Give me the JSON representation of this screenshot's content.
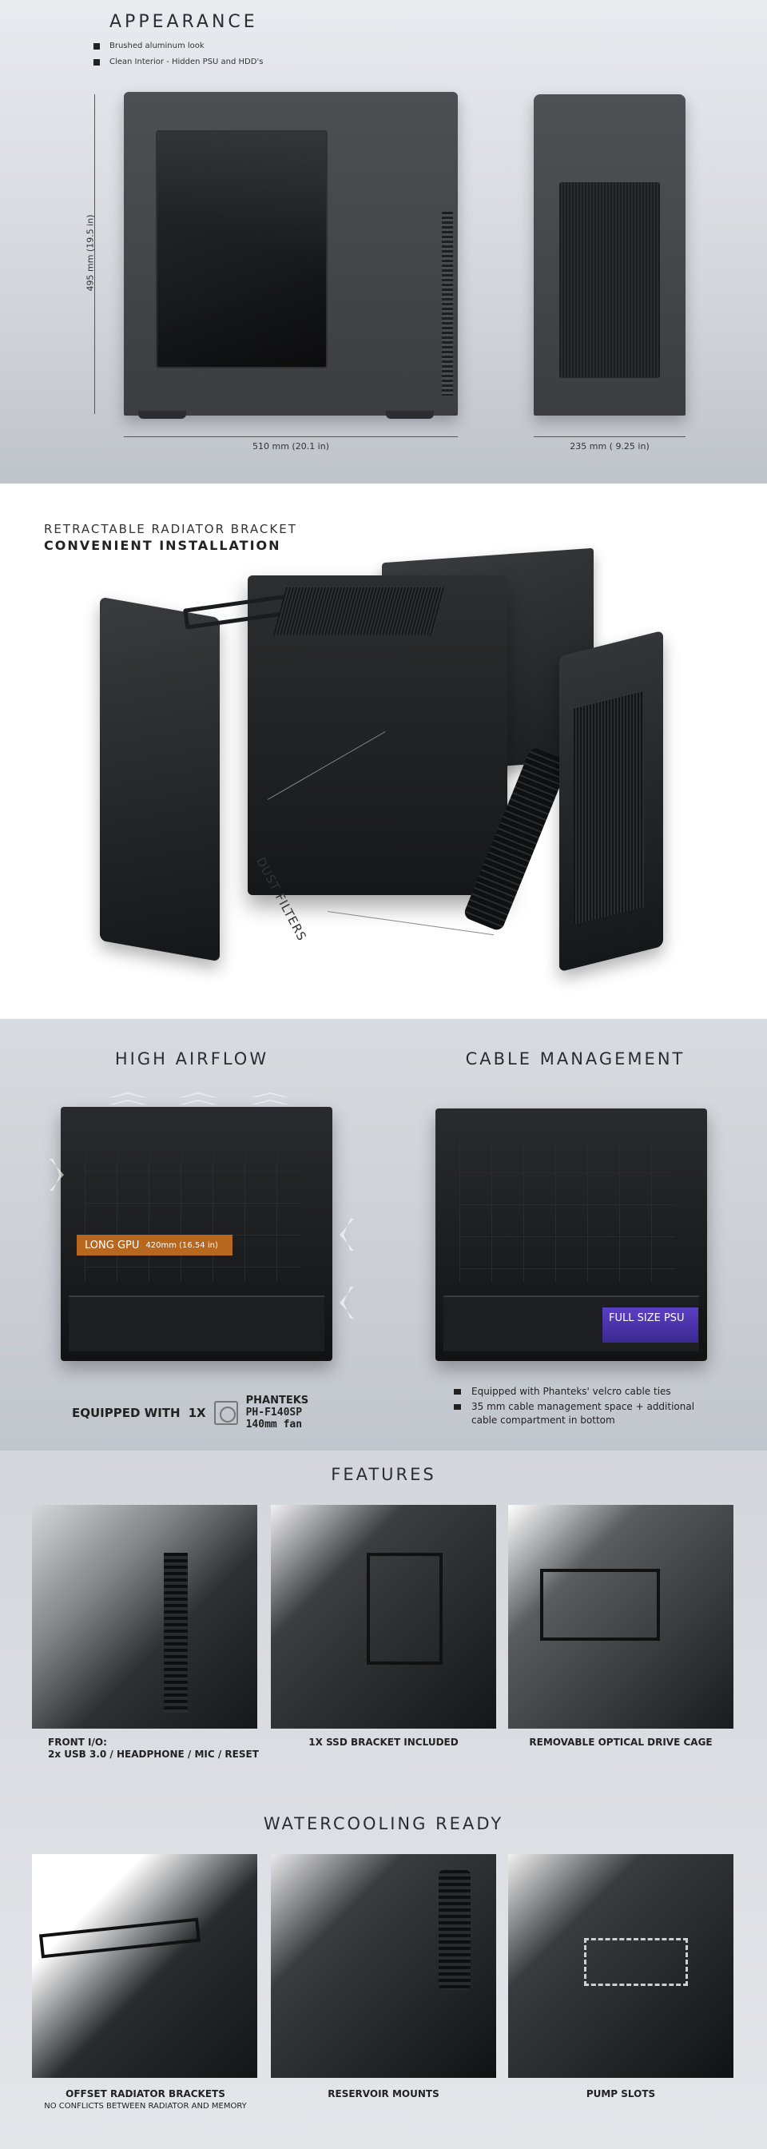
{
  "appearance": {
    "title": "APPEARANCE",
    "bullets": [
      "Brushed aluminum look",
      "Clean Interior - Hidden PSU and HDD's"
    ],
    "height_label": "495 mm (19.5 in)",
    "width_label": "510 mm (20.1 in)",
    "depth_label": "235 mm ( 9.25 in)"
  },
  "bracket": {
    "title": "RETRACTABLE RADIATOR BRACKET",
    "subtitle": "CONVENIENT INSTALLATION",
    "dust_filters": "DUST FILTERS"
  },
  "airflow": {
    "title": "HIGH AIRFLOW",
    "gpu_label": "LONG GPU",
    "gpu_size": "420mm (16.54 in)",
    "equipped": "EQUIPPED WITH",
    "qty": "1X",
    "fan_brand": "PHANTEKS",
    "fan_model": "PH-F140SP",
    "fan_size": "140mm fan"
  },
  "cable": {
    "title": "CABLE MANAGEMENT",
    "psu_label": "FULL SIZE PSU",
    "bullets": [
      "Equipped with Phanteks' velcro cable ties",
      "35 mm cable management space + additional cable compartment in bottom"
    ]
  },
  "features": {
    "title": "FEATURES",
    "items": [
      {
        "line1": "FRONT I/O:",
        "line2": "2x USB 3.0 / HEADPHONE / MIC / RESET"
      },
      {
        "line1": "1X SSD BRACKET INCLUDED",
        "line2": ""
      },
      {
        "line1": "REMOVABLE OPTICAL DRIVE CAGE",
        "line2": ""
      }
    ]
  },
  "watercooling": {
    "title": "WATERCOOLING READY",
    "items": [
      {
        "line1": "OFFSET RADIATOR BRACKETS",
        "line2": "NO CONFLICTS BETWEEN RADIATOR AND MEMORY"
      },
      {
        "line1": "RESERVOIR MOUNTS",
        "line2": ""
      },
      {
        "line1": "PUMP SLOTS",
        "line2": ""
      }
    ]
  }
}
